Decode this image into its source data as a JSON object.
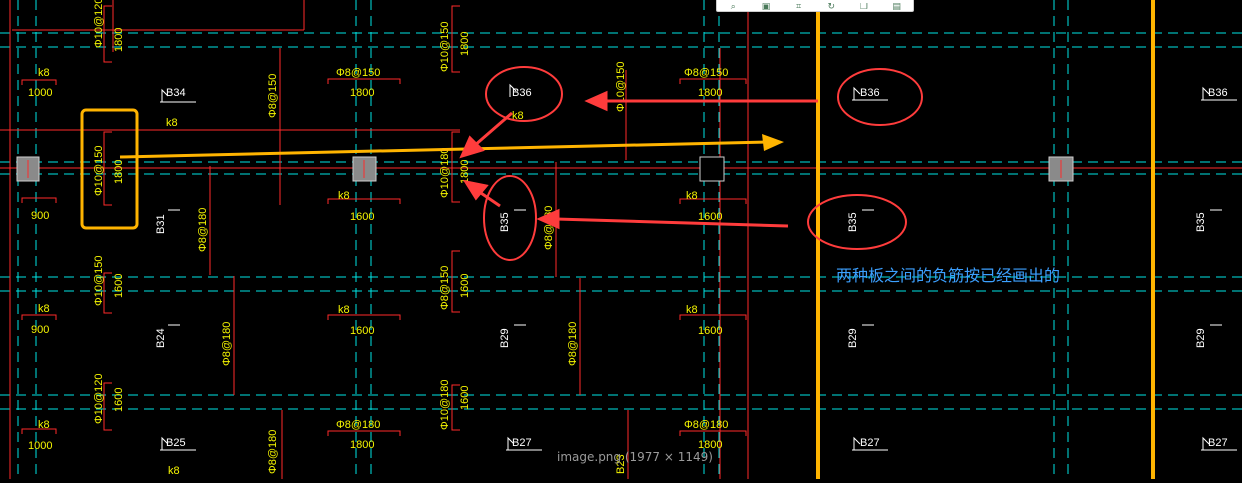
{
  "viewer": {
    "caption": "image.png (1977 × 1149)",
    "toolbar_icons": [
      "zoom-icon",
      "fit-icon",
      "crop-icon",
      "rotate-icon",
      "copy-icon",
      "save-icon"
    ]
  },
  "annotation": {
    "note_text": "两种板之间的负筋按已经画出的",
    "highlight_color": "#ffb400",
    "arrow_color": "#ff3c3c"
  },
  "colors": {
    "grid_dashed": "#00e5e5",
    "rebar_red": "#ff2a2a",
    "label_yellow": "#f5f500",
    "label_white": "#ffffff",
    "note_blue": "#3ca0ff"
  },
  "labels": {
    "col1_top": "Φ10@120",
    "col1_top_len": "1800",
    "col1_k8": "k8",
    "col1_1000": "1000",
    "col1_k8b": "k8",
    "col1_mid": "Φ10@150",
    "col1_mid_len": "1800",
    "col1_900": "900",
    "col1_k8c": "k8",
    "col1_900b": "900",
    "col1_low": "Φ10@150",
    "col1_low_len": "1600",
    "col1_k8d": "k8",
    "col1_1000b": "1000",
    "col1_bot": "Φ10@120",
    "col1_bot_len": "1600",
    "b34": "B34",
    "b31": "B31",
    "b24": "B24",
    "b25": "B25",
    "col2_150": "Φ8@150",
    "col2_180": "Φ8@180",
    "col2_180b": "Φ8@180",
    "col2_180c": "Φ8@180",
    "col3_top_a": "Φ8@150",
    "col3_top_len": "1800",
    "col3_k8": "k8",
    "col3_1600": "1600",
    "col3_k8b": "k8",
    "col3_1600b": "1600",
    "col3_bot": "Φ8@180",
    "col3_bot_len": "1800",
    "col4_top": "Φ10@150",
    "col4_top_len": "1800",
    "col4_mid": "Φ10@180",
    "col4_mid_len": "1800",
    "col4_low": "Φ8@150",
    "col4_low_len": "1600",
    "col4_bot": "Φ10@180",
    "col4_bot_len": "1600",
    "b36a": "B36",
    "k8_mid": "k8",
    "b35a": "B35",
    "col5_180": "Φ8@180",
    "b27a": "B27",
    "col5_180b": "Φ8@180",
    "col6_150": "Φ10@150",
    "b23": "B23",
    "col6_top": "Φ8@150",
    "col6_top_len": "1800",
    "col6_k8": "k8",
    "col6_1600": "1600",
    "col6_k8b": "k8",
    "col6_1600b": "1600",
    "col6_bot": "Φ8@180",
    "col6_bot_len": "1800",
    "b36b": "B36",
    "b35b": "B35",
    "b29a": "B29",
    "b27b": "B27",
    "b36c": "B36",
    "b35c": "B35",
    "b29b": "B29",
    "b27c": "B27"
  }
}
